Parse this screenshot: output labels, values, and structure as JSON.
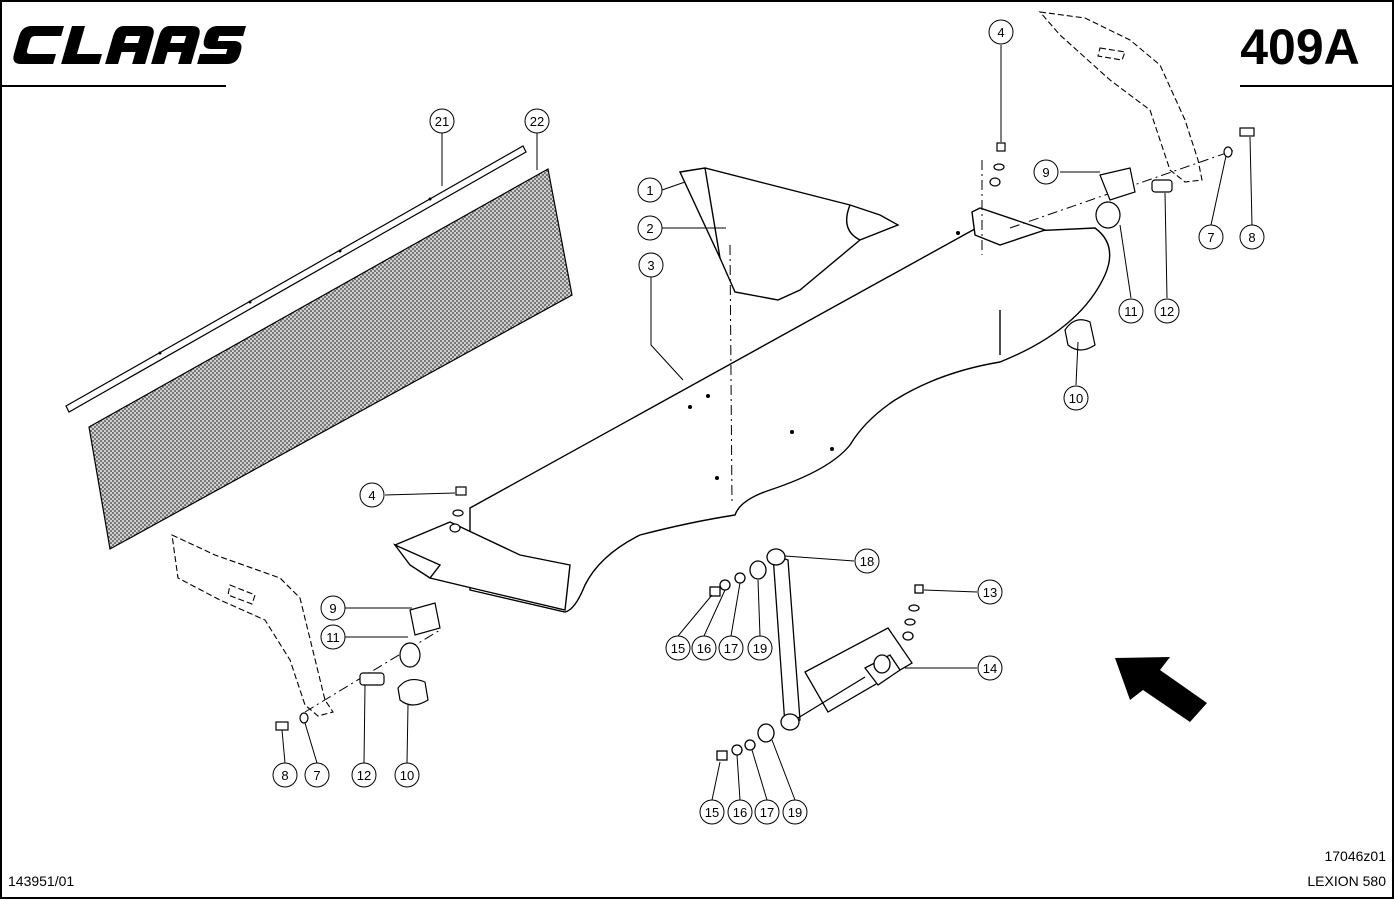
{
  "header": {
    "brand_logo": "CLAAS",
    "page_number": "409A"
  },
  "footer": {
    "document_id": "143951/01",
    "drawing_id": "17046z01",
    "model": "LEXION 580"
  },
  "callouts": {
    "c1": "1",
    "c2": "2",
    "c3": "3",
    "c4a": "4",
    "c4b": "4",
    "c7a": "7",
    "c7b": "7",
    "c8a": "8",
    "c8b": "8",
    "c9a": "9",
    "c9b": "9",
    "c10a": "10",
    "c10b": "10",
    "c11a": "11",
    "c11b": "11",
    "c12a": "12",
    "c12b": "12",
    "c13": "13",
    "c14": "14",
    "c15a": "15",
    "c15b": "15",
    "c16a": "16",
    "c16b": "16",
    "c17a": "17",
    "c17b": "17",
    "c18": "18",
    "c19a": "19",
    "c19b": "19",
    "c21": "21",
    "c22": "22"
  },
  "icons": {
    "direction": "arrow-direction-icon"
  }
}
